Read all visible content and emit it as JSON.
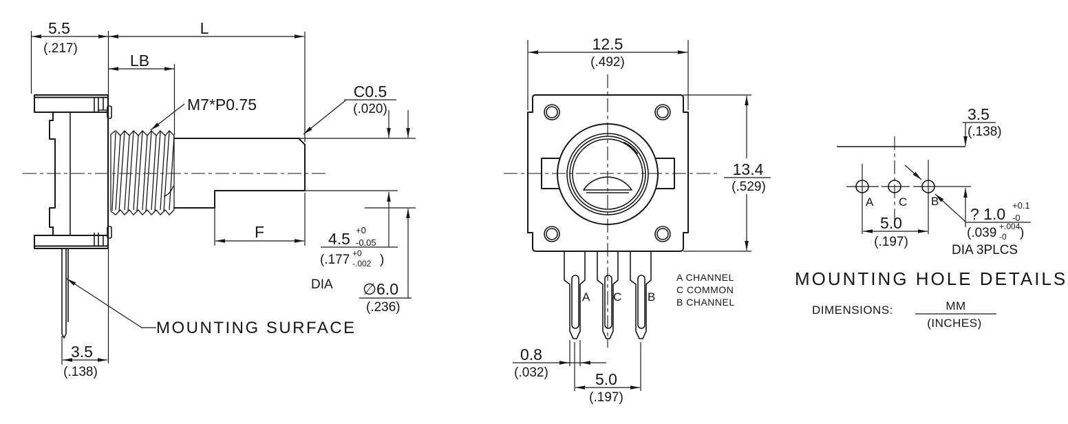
{
  "side_view": {
    "depth_mm": "5.5",
    "depth_in": "(.217)",
    "length_label": "L",
    "bushing_label": "LB",
    "thread_spec": "M7*P0.75",
    "chamfer_mm": "C0.5",
    "chamfer_in": "(.020)",
    "flat_label": "F",
    "flat_mm": "4.5",
    "flat_plus": "+0",
    "flat_minus": "-0.05",
    "flat_in": "(.177",
    "flat_in_plus": "+0",
    "flat_in_minus": "-.002",
    "flat_in_close": ")",
    "dia_label": "DIA",
    "dia_mm": "∅6.0",
    "dia_in": "(.236)",
    "surface_label": "MOUNTING SURFACE",
    "offset_mm": "3.5",
    "offset_in": "(.138)"
  },
  "front_view": {
    "width_mm": "12.5",
    "width_in": "(.492)",
    "height_mm": "13.4",
    "height_in": "(.529)",
    "pins": {
      "a": "A",
      "c": "C",
      "b": "B"
    },
    "pin_width_mm": "0.8",
    "pin_width_in": "(.032)",
    "pin_span_mm": "5.0",
    "pin_span_in": "(.197)",
    "legend": {
      "a": "A CHANNEL",
      "c": "C COMMON",
      "b": "B CHANNEL"
    }
  },
  "hole_view": {
    "offset_mm": "3.5",
    "offset_in": "(.138)",
    "holes": {
      "a": "A",
      "c": "C",
      "b": "B"
    },
    "span_mm": "5.0",
    "span_in": "(.197)",
    "dia_mm": "? 1.0",
    "dia_plus": "+0.1",
    "dia_minus": "-0",
    "dia_in": "(.039",
    "dia_in_plus": "+.004",
    "dia_in_minus": "-0",
    "dia_in_close": ")",
    "dia_note": "DIA 3PLCS",
    "title": "MOUNTING HOLE DETAILS",
    "dims_label": "DIMENSIONS:",
    "unit_mm": "MM",
    "unit_in": "(INCHES)"
  }
}
